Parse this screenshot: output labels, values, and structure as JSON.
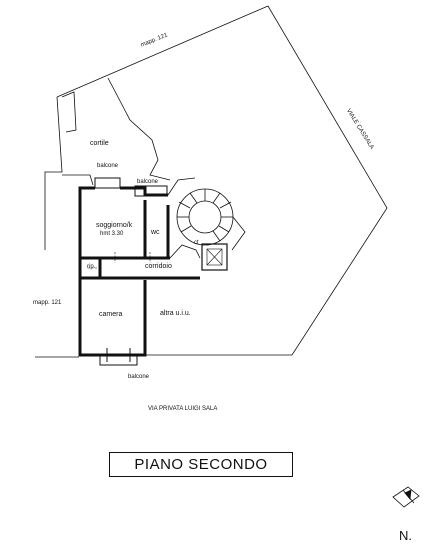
{
  "labels": {
    "mapp_top": "mapp. 121",
    "viale": "VIALE CASSALA",
    "cortile": "cortile",
    "balcone_1": "balcone",
    "balcone_2": "balcone",
    "balcone_3": "balcone",
    "soggiorno": "soggiorno/k",
    "hmt": "hmt 3.30",
    "wc": "wc",
    "rip": "rip.",
    "corridoio": "corridoio",
    "mapp_left": "mapp. 121",
    "camera": "camera",
    "altra": "altra u.i.u.",
    "via": "VIA PRIVATA LUIGI SALA",
    "ct": "ct",
    "title": "PIANO SECONDO",
    "north": "N."
  },
  "colors": {
    "line": "#111111",
    "wall": "#111111",
    "background": "#ffffff"
  }
}
